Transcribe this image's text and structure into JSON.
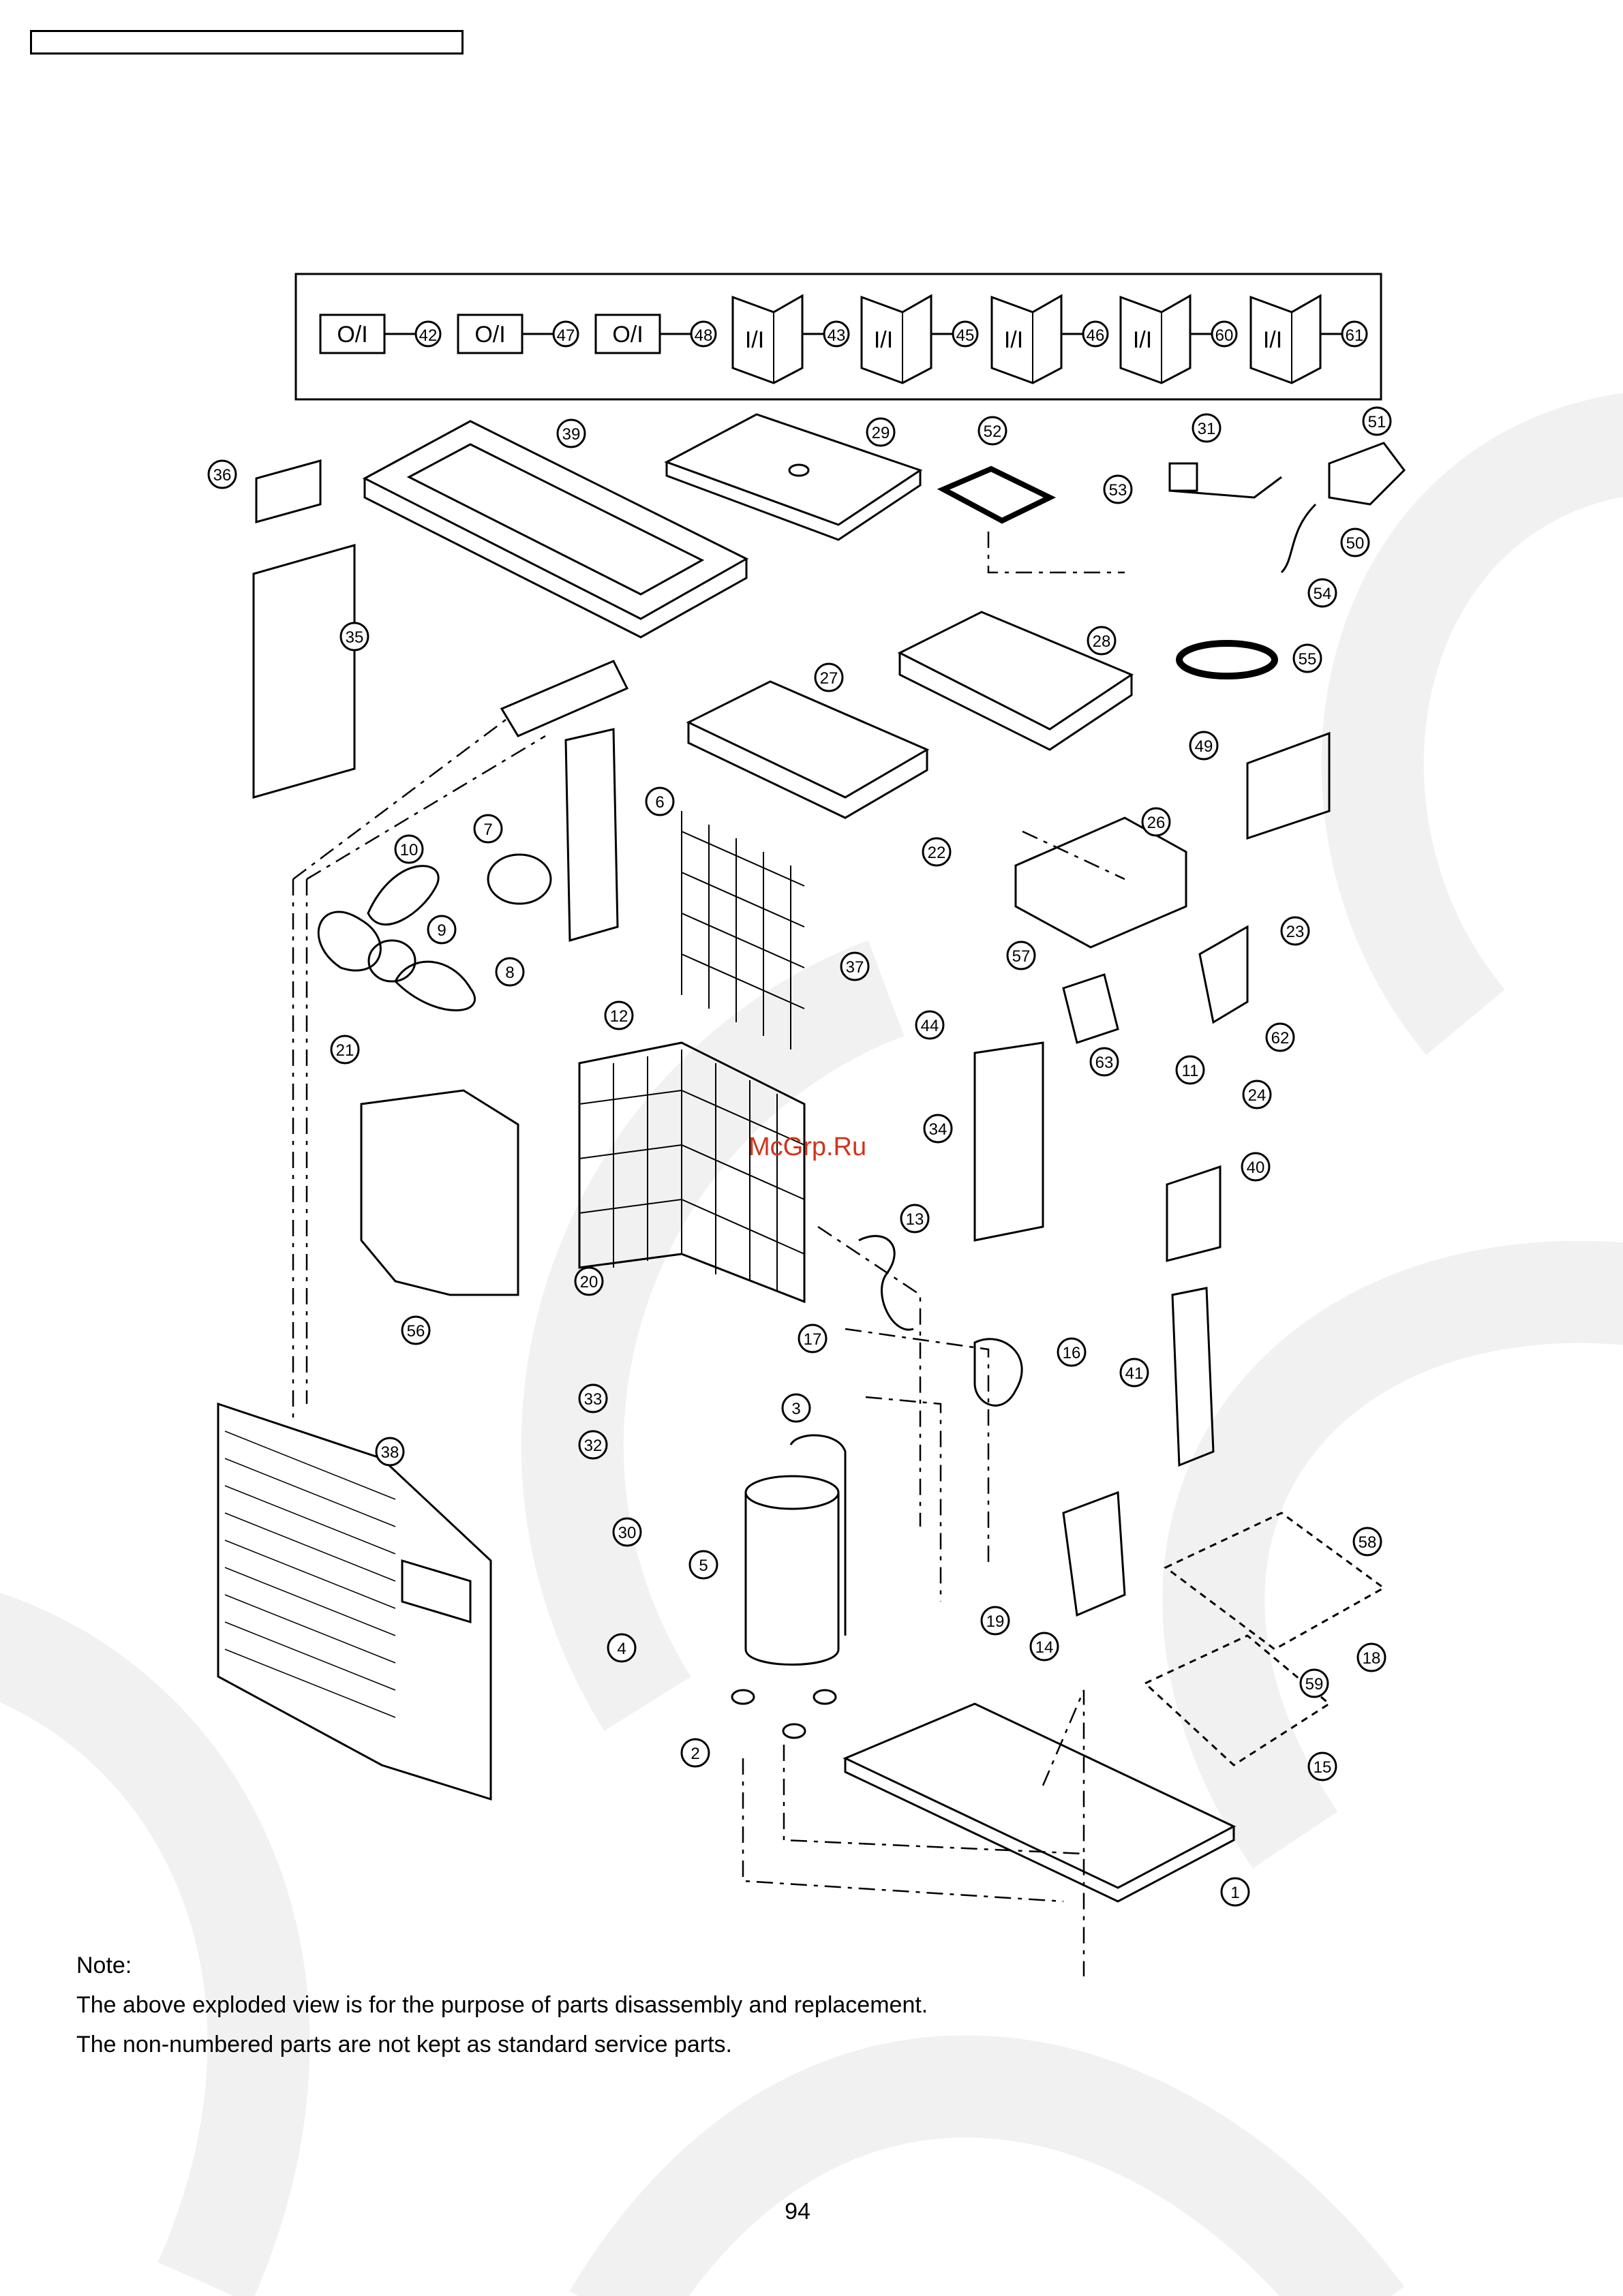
{
  "colors": {
    "watermark": "#d0341c",
    "line": "#000000",
    "background_swirl": "#f1f1f1"
  },
  "kit_items": [
    {
      "label": "O/I",
      "number": "42"
    },
    {
      "label": "O/I",
      "number": "47"
    },
    {
      "label": "O/I",
      "number": "48"
    },
    {
      "label": "I/I",
      "number": "43"
    },
    {
      "label": "I/I",
      "number": "45"
    },
    {
      "label": "I/I",
      "number": "46"
    },
    {
      "label": "I/I",
      "number": "60"
    },
    {
      "label": "I/I",
      "number": "61"
    }
  ],
  "callouts": [
    "39",
    "29",
    "52",
    "31",
    "51",
    "36",
    "53",
    "50",
    "54",
    "35",
    "28",
    "55",
    "27",
    "49",
    "6",
    "7",
    "26",
    "10",
    "22",
    "23",
    "9",
    "57",
    "37",
    "8",
    "44",
    "62",
    "21",
    "63",
    "11",
    "24",
    "12",
    "34",
    "40",
    "13",
    "20",
    "56",
    "17",
    "16",
    "41",
    "33",
    "3",
    "32",
    "38",
    "58",
    "30",
    "5",
    "19",
    "14",
    "18",
    "59",
    "4",
    "2",
    "15",
    "1"
  ],
  "watermark": "McGrp.Ru",
  "note": {
    "title": "Note:",
    "line1": "The above exploded view is for the purpose of parts disassembly and replacement.",
    "line2": "The non-numbered parts are not kept as standard service parts."
  },
  "page_number": "94"
}
